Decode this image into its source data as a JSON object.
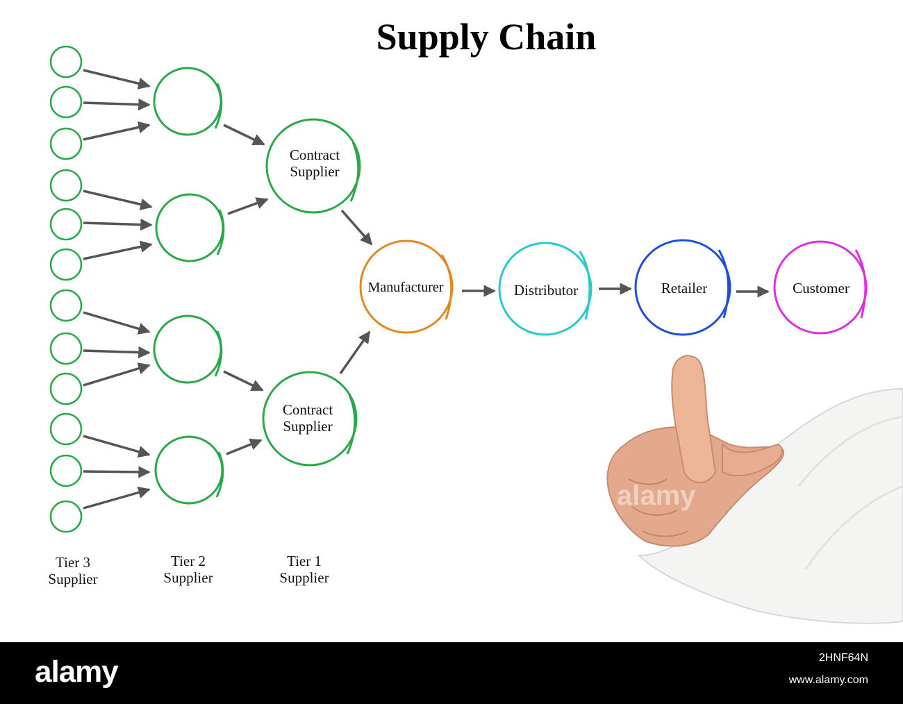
{
  "title": "Supply Chain",
  "colors": {
    "supplier_green": "#2aa84a",
    "manufacturer": "#e08a1e",
    "distributor": "#2cc6cc",
    "retailer": "#1f4fd6",
    "customer": "#dd2fe0",
    "arrow": "#555555"
  },
  "nodes": {
    "contract_supplier_top": [
      "Contract",
      "Supplier"
    ],
    "contract_supplier_bottom": [
      "Contract",
      "Supplier"
    ],
    "manufacturer": "Manufacturer",
    "distributor": "Distributor",
    "retailer": "Retailer",
    "customer": "Customer"
  },
  "tiers": {
    "tier3": [
      "Tier 3",
      "Supplier"
    ],
    "tier2": [
      "Tier 2",
      "Supplier"
    ],
    "tier1": [
      "Tier 1",
      "Supplier"
    ]
  },
  "footer": {
    "logo": "alamy",
    "image_id": "2HNF64N",
    "url": "www.alamy.com"
  },
  "watermark": "alamy"
}
